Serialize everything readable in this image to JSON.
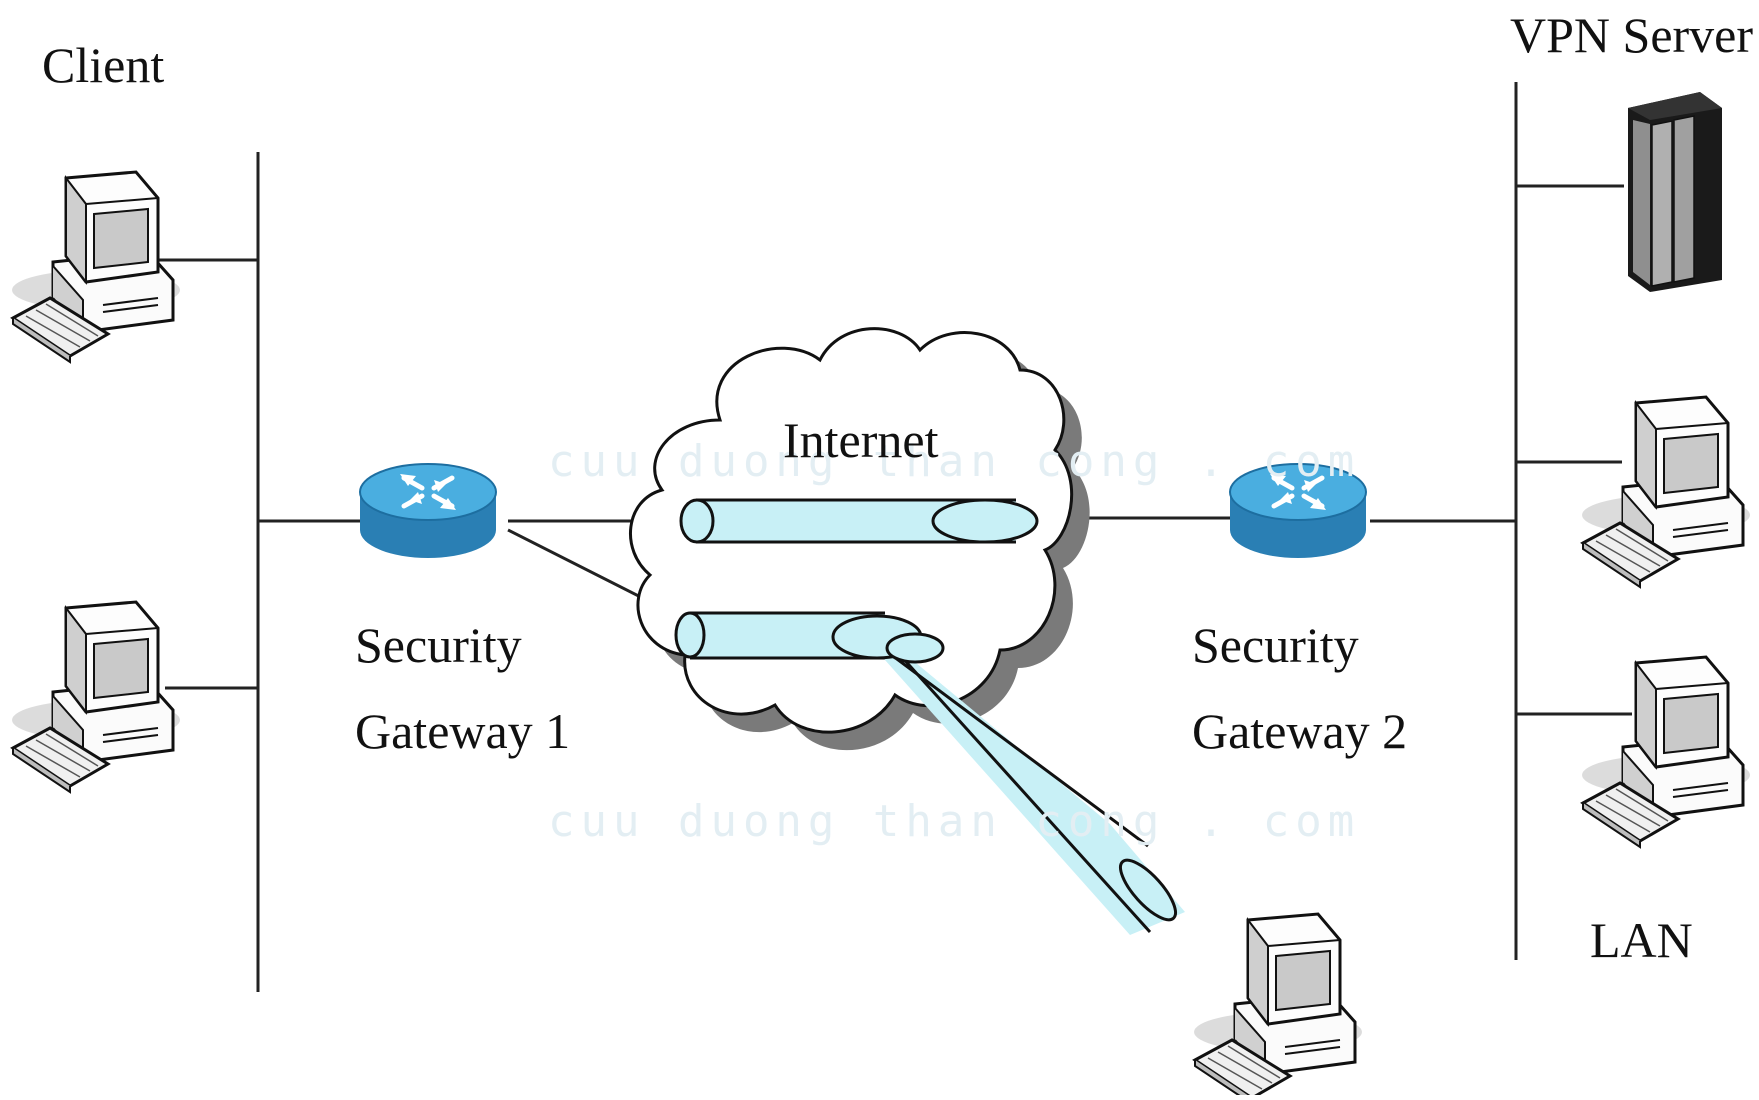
{
  "labels": {
    "client": "Client",
    "vpn_server": "VPN Server",
    "internet": "Internet",
    "gateway1_line1": "Security",
    "gateway1_line2": "Gateway 1",
    "gateway2_line1": "Security",
    "gateway2_line2": "Gateway 2",
    "lan": "LAN"
  },
  "watermark": {
    "top": "cuu duong than cong . com",
    "bottom": "cuu duong than cong . com"
  },
  "colors": {
    "router_blue": "#3c9fd0",
    "tunnel_fill": "#c8f0f6",
    "line": "#222222"
  },
  "icons": {
    "client_pc": "desktop-computer-icon",
    "remote_pc": "desktop-computer-icon",
    "lan_pc": "desktop-computer-icon",
    "router": "router-icon",
    "server": "server-tower-icon",
    "cloud": "cloud-icon"
  }
}
